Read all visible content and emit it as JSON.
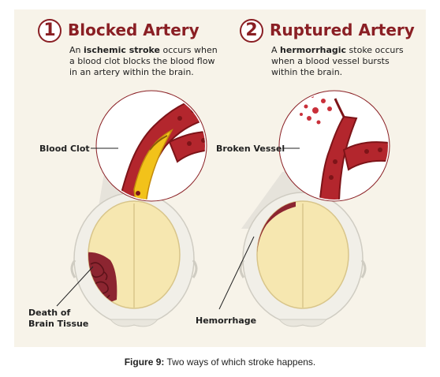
{
  "left": {
    "number": "1",
    "title": "Blocked Artery",
    "desc_pre": "An ",
    "desc_bold": "ischemic stroke",
    "desc_post": " occurs when a blood clot blocks the blood flow in an artery within the brain.",
    "label_top": "Blood Clot",
    "label_bottom_1": "Death of",
    "label_bottom_2": "Brain Tissue"
  },
  "right": {
    "number": "2",
    "title": "Ruptured Artery",
    "desc_pre": "A ",
    "desc_bold": "hermorrhagic",
    "desc_post": " stoke occurs when a blood vessel bursts within the brain.",
    "label_top": "Broken Vessel",
    "label_bottom": "Hemorrhage"
  },
  "caption": {
    "label": "Figure 9:",
    "text": " Two ways of which stroke happens."
  },
  "colors": {
    "artery": "#b3262d",
    "artery_dark": "#7d1418",
    "brain": "#f6e7b0",
    "skull": "#f3f1ea",
    "heading": "#8a1f24"
  }
}
